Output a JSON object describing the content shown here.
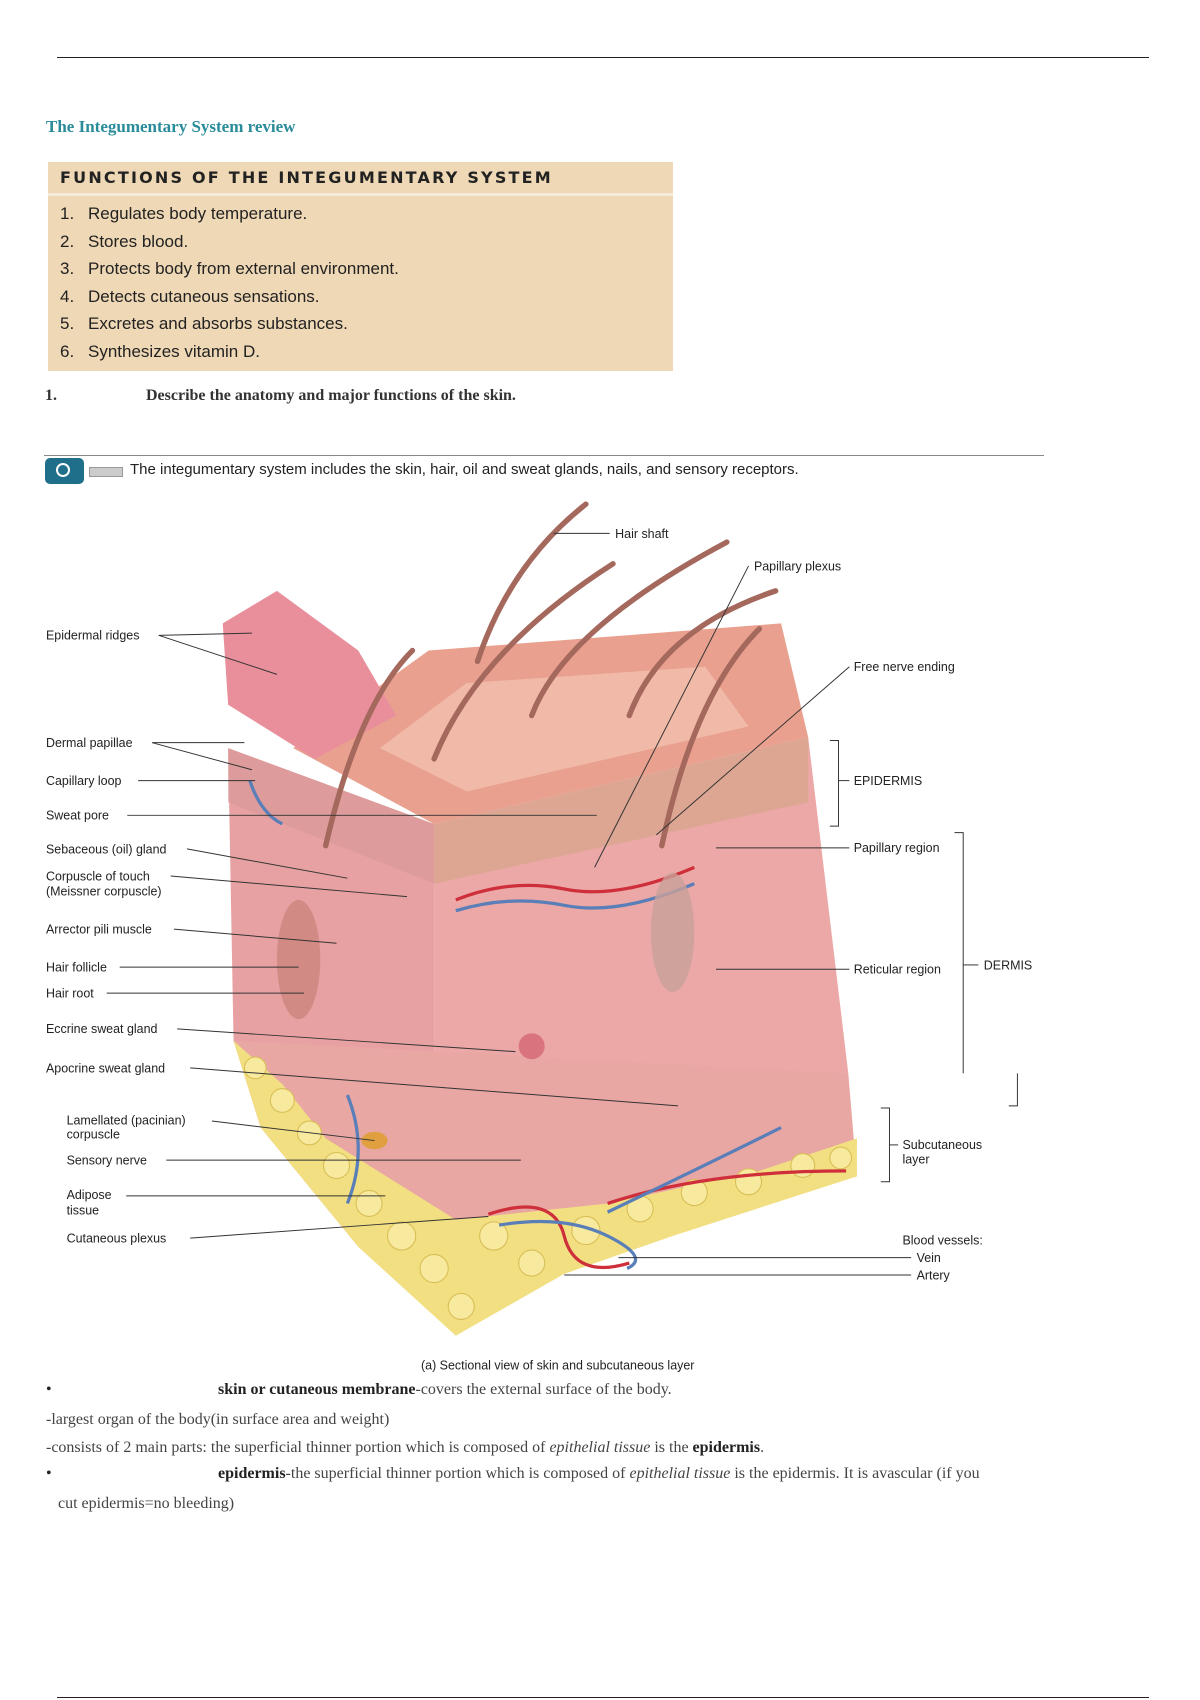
{
  "title": "The Integumentary System review",
  "functions_table": {
    "heading": "FUNCTIONS OF THE INTEGUMENTARY SYSTEM",
    "items": [
      {
        "num": "1.",
        "text": "Regulates body temperature."
      },
      {
        "num": "2.",
        "text": "Stores blood."
      },
      {
        "num": "3.",
        "text": "Protects body from external environment."
      },
      {
        "num": "4.",
        "text": "Detects cutaneous sensations."
      },
      {
        "num": "5.",
        "text": "Excretes and absorbs substances."
      },
      {
        "num": "6.",
        "text": "Synthesizes vitamin D."
      }
    ]
  },
  "question": {
    "num": "1.",
    "text": "Describe the anatomy and major functions of the skin."
  },
  "figure": {
    "caption": "The integumentary system includes the skin, hair, oil and sweat glands, nails, and sensory receptors.",
    "subcaption": "(a) Sectional view of skin and subcutaneous layer",
    "labels_left": {
      "epidermal_ridges": "Epidermal ridges",
      "dermal_papillae": "Dermal papillae",
      "capillary_loop": "Capillary loop",
      "sweat_pore": "Sweat pore",
      "sebaceous_gland": "Sebaceous (oil) gland",
      "corpuscle_touch_1": "Corpuscle of touch",
      "corpuscle_touch_2": "(Meissner corpuscle)",
      "arrector_pili": "Arrector pili muscle",
      "hair_follicle": "Hair follicle",
      "hair_root": "Hair root",
      "eccrine": "Eccrine sweat gland",
      "apocrine": "Apocrine sweat gland",
      "lamellated_1": "Lamellated (pacinian)",
      "lamellated_2": "corpuscle",
      "sensory_nerve": "Sensory nerve",
      "adipose_1": "Adipose",
      "adipose_2": "tissue",
      "cutaneous_plexus": "Cutaneous plexus"
    },
    "labels_right": {
      "hair_shaft": "Hair shaft",
      "papillary_plexus": "Papillary plexus",
      "free_nerve": "Free nerve ending",
      "epidermis": "EPIDERMIS",
      "papillary_region": "Papillary region",
      "reticular_region": "Reticular region",
      "dermis": "DERMIS",
      "subcutaneous_1": "Subcutaneous",
      "subcutaneous_2": "layer",
      "blood_vessels": "Blood vessels:",
      "vein": "Vein",
      "artery": "Artery"
    }
  },
  "notes": {
    "b1_bold": "skin or cutaneous membrane",
    "b1_rest": "-covers the external surface of the body.",
    "l2": "-largest organ of the body(in surface area and weight)",
    "l3_a": "-consists of 2 main parts: the superficial thinner portion which is composed of ",
    "l3_italic": "epithelial tissue",
    "l3_b": " is the ",
    "l3_bold": "epidermis",
    "l3_end": ".",
    "b2_bold": "epidermis",
    "b2_a": "-the superficial thinner portion which is composed of ",
    "b2_italic": "epithelial tissue",
    "b2_b": " is the epidermis. It is avascular (if you",
    "b2_cont": "cut epidermis=no bleeding)",
    "bullet": "•"
  },
  "colors": {
    "title": "#2a8c9a",
    "table_bg": "#efd8b5",
    "icon": "#1f6f8b"
  }
}
